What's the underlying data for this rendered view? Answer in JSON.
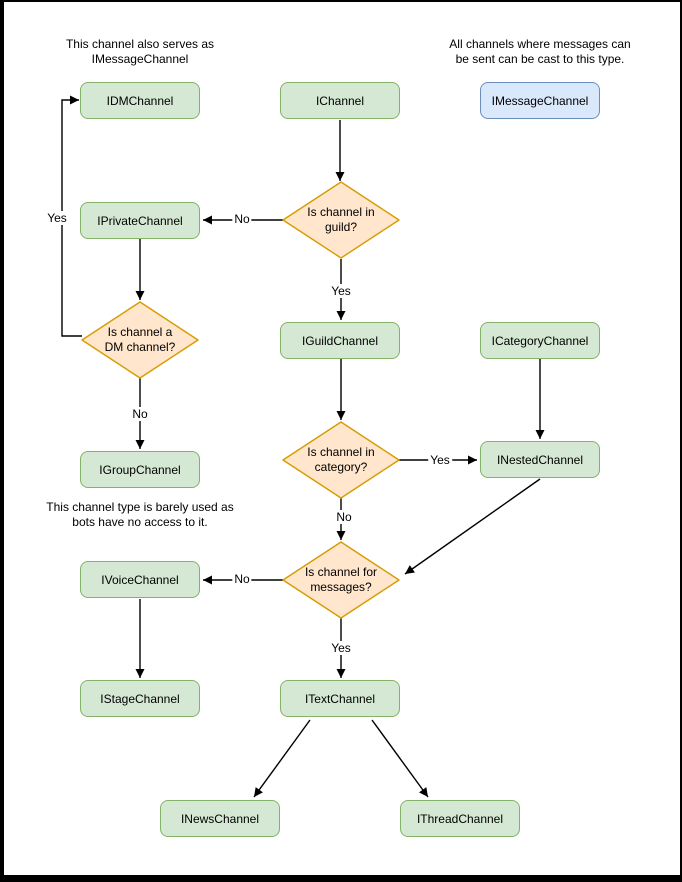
{
  "palette": {
    "background": "#ffffff",
    "frame": "#000000",
    "node_green_fill": "#d5e8d4",
    "node_green_stroke": "#82b366",
    "node_blue_fill": "#dae8fc",
    "node_blue_stroke": "#6c8ebf",
    "decision_fill": "#ffe6cc",
    "decision_stroke": "#d79b00",
    "connector": "#000000"
  },
  "annotations": {
    "dm_note": {
      "line1": "This channel also serves as",
      "line2": "IMessageChannel"
    },
    "message_note": {
      "line1": "All channels where messages can",
      "line2": "be sent can be cast to this type."
    },
    "group_note": {
      "line1": "This channel type is barely used as",
      "line2": "bots have no access to it."
    }
  },
  "nodes": {
    "idm": {
      "label": "IDMChannel"
    },
    "channel": {
      "label": "IChannel"
    },
    "message": {
      "label": "IMessageChannel"
    },
    "private": {
      "label": "IPrivateChannel"
    },
    "guild": {
      "label": "IGuildChannel"
    },
    "category": {
      "label": "ICategoryChannel"
    },
    "group": {
      "label": "IGroupChannel"
    },
    "nested": {
      "label": "INestedChannel"
    },
    "voice": {
      "label": "IVoiceChannel"
    },
    "stage": {
      "label": "IStageChannel"
    },
    "text": {
      "label": "ITextChannel"
    },
    "news": {
      "label": "INewsChannel"
    },
    "thread": {
      "label": "IThreadChannel"
    }
  },
  "decisions": {
    "in_guild": {
      "line1": "Is channel in",
      "line2": "guild?"
    },
    "is_dm": {
      "line1": "Is channel a",
      "line2": "DM channel?"
    },
    "in_category": {
      "line1": "Is channel in",
      "line2": "category?"
    },
    "for_messages": {
      "line1": "Is channel for",
      "line2": "messages?"
    }
  },
  "edge_labels": {
    "guild_no": "No",
    "guild_yes": "Yes",
    "dm_yes": "Yes",
    "dm_no": "No",
    "category_yes": "Yes",
    "category_no": "No",
    "messages_no": "No",
    "messages_yes": "Yes"
  }
}
